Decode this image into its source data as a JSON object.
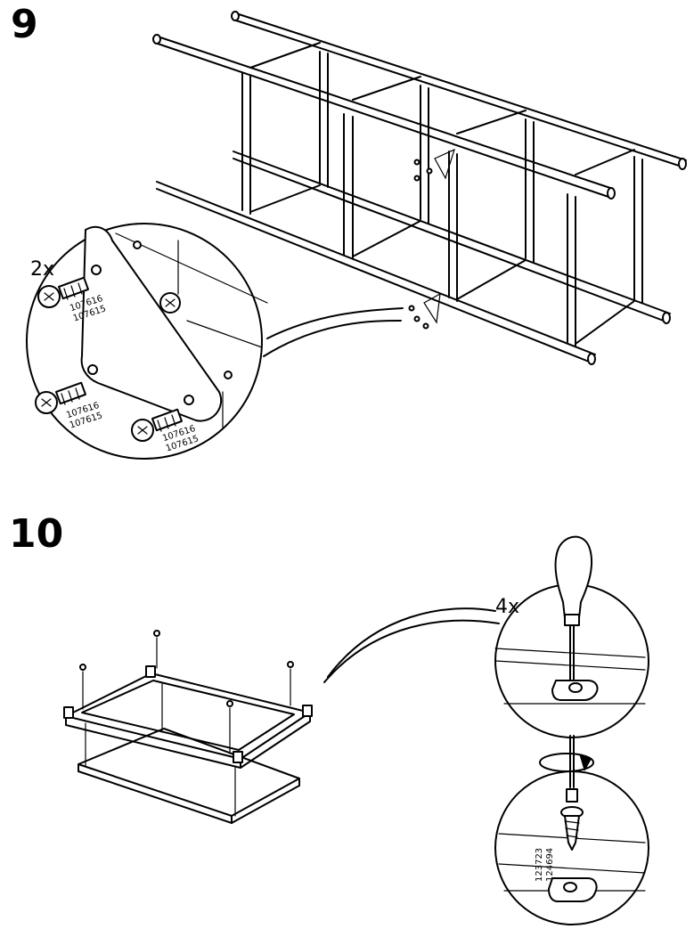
{
  "steps": [
    {
      "number": "9",
      "quantity": "2x",
      "part_codes": [
        {
          "line1": "107616",
          "line2": "107615"
        },
        {
          "line1": "107616",
          "line2": "107615"
        },
        {
          "line1": "107616",
          "line2": "107615"
        }
      ]
    },
    {
      "number": "10",
      "quantity": "4x",
      "part_code": {
        "line1": "123723",
        "line2": "124694"
      }
    }
  ]
}
